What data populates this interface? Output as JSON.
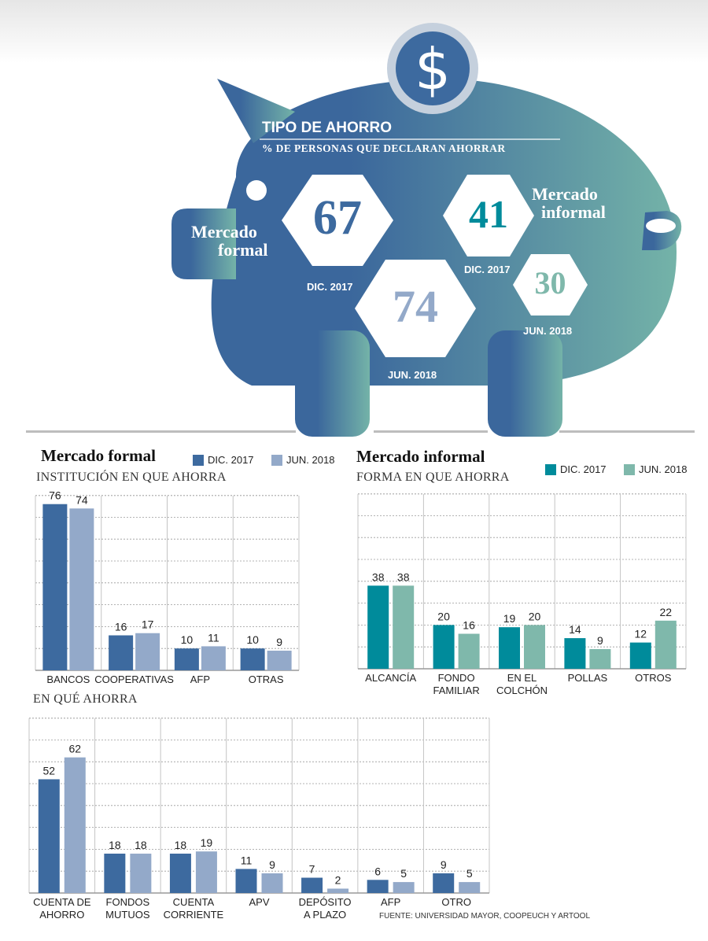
{
  "colors": {
    "formal_dic": "#3d6a9f",
    "formal_jun": "#93a9c9",
    "informal_dic": "#008b9b",
    "informal_jun": "#7fb8ab",
    "pig_left": "#3b679c",
    "pig_right": "#74b3a8"
  },
  "header": {
    "icon": "dollar-coin-icon",
    "title": "TIPO DE AHORRO",
    "subtitle": "% DE PERSONAS QUE DECLARAN AHORRAR"
  },
  "pig": {
    "formal": {
      "label_line1": "Mercado",
      "label_line2": "formal",
      "dic": {
        "value": "67",
        "date": "DIC. 2017"
      },
      "jun": {
        "value": "74",
        "date": "JUN. 2018"
      }
    },
    "informal": {
      "label_line1": "Mercado",
      "label_line2": "informal",
      "dic": {
        "value": "41",
        "date": "DIC. 2017"
      },
      "jun": {
        "value": "30",
        "date": "JUN. 2018"
      }
    }
  },
  "formal_section": {
    "title": "Mercado formal",
    "legend": [
      "DIC. 2017",
      "JUN. 2018"
    ]
  },
  "informal_section": {
    "title": "Mercado informal",
    "legend": [
      "DIC. 2017",
      "JUN. 2018"
    ]
  },
  "source": "FUENTE: UNIVERSIDAD MAYOR, COOPEUCH Y ARTOOL",
  "chart_data": [
    {
      "type": "bar",
      "title": "INSTITUCIÓN EN QUE AHORRA",
      "categories": [
        [
          "BANCOS"
        ],
        [
          "COOPERATIVAS"
        ],
        [
          "AFP"
        ],
        [
          "OTRAS"
        ]
      ],
      "series": [
        {
          "name": "DIC. 2017",
          "values": [
            76,
            16,
            10,
            10
          ]
        },
        {
          "name": "JUN. 2018",
          "values": [
            74,
            17,
            11,
            9
          ]
        }
      ],
      "ylim": [
        0,
        80
      ],
      "grid": true
    },
    {
      "type": "bar",
      "title": "FORMA EN QUE AHORRA",
      "categories": [
        [
          "ALCANCÍA"
        ],
        [
          "FONDO",
          "FAMILIAR"
        ],
        [
          "EN EL",
          "COLCHÓN"
        ],
        [
          "POLLAS"
        ],
        [
          "OTROS"
        ]
      ],
      "series": [
        {
          "name": "DIC. 2017",
          "values": [
            38,
            20,
            19,
            14,
            12
          ]
        },
        {
          "name": "JUN. 2018",
          "values": [
            38,
            16,
            20,
            9,
            22
          ]
        }
      ],
      "ylim": [
        0,
        80
      ],
      "grid": true
    },
    {
      "type": "bar",
      "title": "EN QUÉ AHORRA",
      "categories": [
        [
          "CUENTA DE",
          "AHORRO"
        ],
        [
          "FONDOS",
          "MUTUOS"
        ],
        [
          "CUENTA",
          "CORRIENTE"
        ],
        [
          "APV"
        ],
        [
          "DEPÓSITO",
          "A PLAZO"
        ],
        [
          "AFP"
        ],
        [
          "OTRO"
        ]
      ],
      "series": [
        {
          "name": "DIC. 2017",
          "values": [
            52,
            18,
            18,
            11,
            7,
            6,
            9
          ]
        },
        {
          "name": "JUN. 2018",
          "values": [
            62,
            18,
            19,
            9,
            2,
            5,
            5
          ]
        }
      ],
      "ylim": [
        0,
        80
      ],
      "grid": true
    }
  ]
}
